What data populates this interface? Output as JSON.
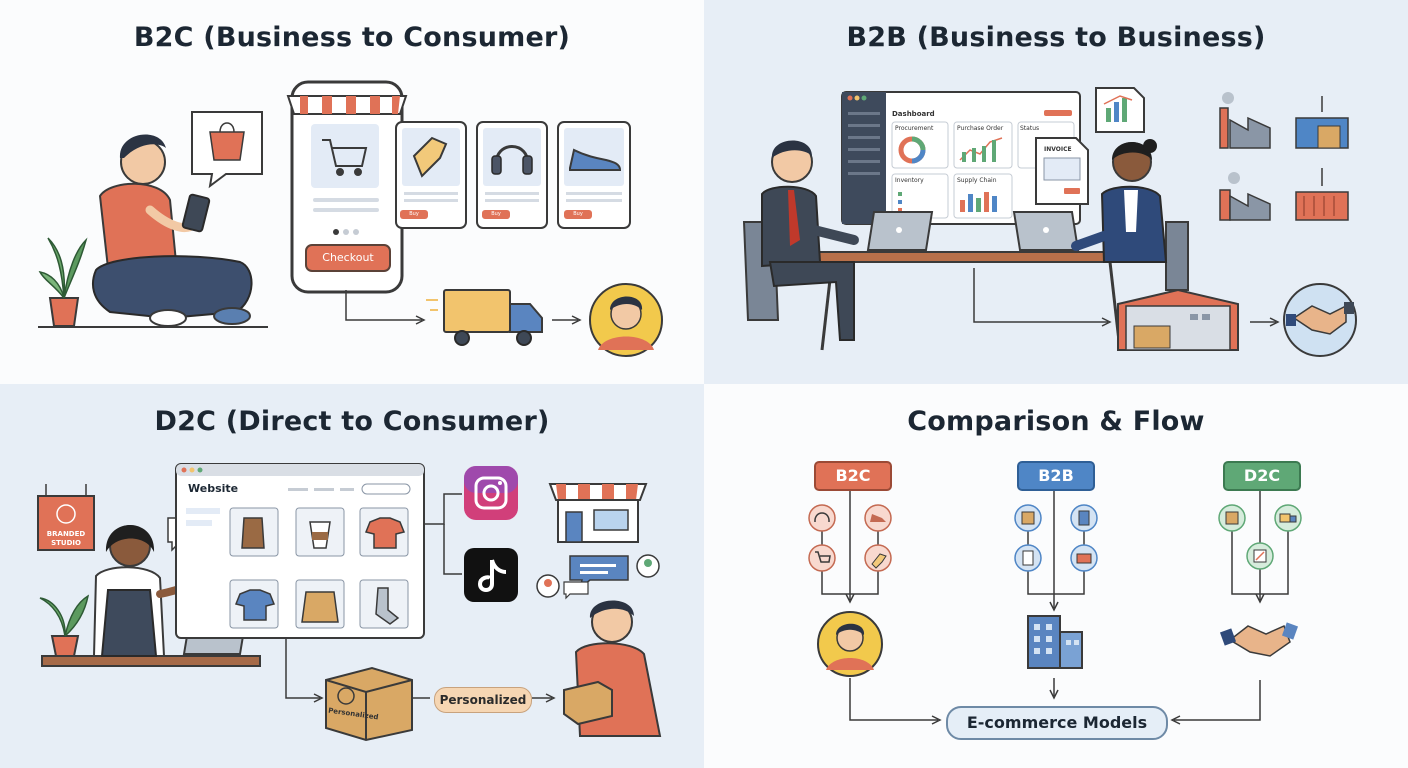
{
  "panels": {
    "b2c": {
      "title": "B2C (Business to Consumer)",
      "checkout": "Checkout",
      "mini_button": "Buy"
    },
    "b2b": {
      "title": "B2B (Business to Business)",
      "dashboard": "Dashboard",
      "card1": "Procurement",
      "card2": "Purchase Order",
      "card3": "Status",
      "card4": "Inventory",
      "card5": "Supply Chain",
      "invoice": "INVOICE"
    },
    "d2c": {
      "title": "D2C (Direct to Consumer)",
      "website": "Website",
      "sign_line1": "BRANDED",
      "sign_line2": "STUDIO",
      "box_label": "Personalized",
      "flow_label": "Personalized"
    },
    "comparison": {
      "title": "Comparison & Flow",
      "tags": [
        {
          "label": "B2C",
          "color": "#e07257"
        },
        {
          "label": "B2B",
          "color": "#4f86c6"
        },
        {
          "label": "D2C",
          "color": "#5fa876"
        }
      ],
      "center": "E-commerce Models"
    }
  },
  "colors": {
    "accent_orange": "#e07257",
    "accent_blue": "#4f86c6",
    "accent_green": "#5fa876",
    "quadrant_light": "#fbfcfd",
    "quadrant_tint": "#e7eef6"
  }
}
